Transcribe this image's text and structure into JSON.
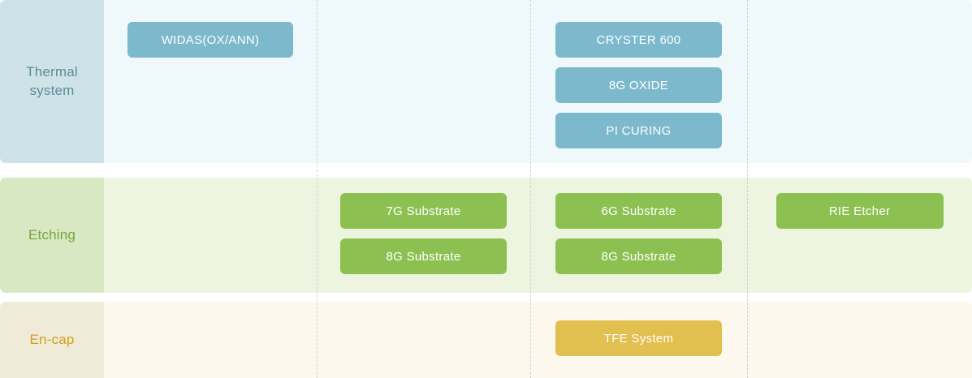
{
  "diagram": {
    "columns": 4,
    "colors": {
      "thermal_label_bg": "#cde3e8",
      "thermal_label_text": "#5f8b97",
      "thermal_row_bg": "#eff8fb",
      "thermal_chip": "#7cb9cc",
      "etching_label_bg": "#d7e8c2",
      "etching_label_text": "#7aa43f",
      "etching_row_bg": "#edf5e0",
      "etching_chip": "#8cc152",
      "encap_label_bg": "#f0ead9",
      "encap_label_text": "#d4a017",
      "encap_row_bg": "#fdf8ee",
      "encap_chip": "#e2c04f",
      "divider": "#c9d4d8",
      "chip_text": "#ffffff"
    },
    "rows": [
      {
        "id": "thermal",
        "label": "Thermal system",
        "label_line1": "Thermal",
        "label_line2": "system",
        "cells": [
          {
            "items": [
              "WIDAS(OX/ANN)"
            ]
          },
          {
            "items": []
          },
          {
            "items": [
              "CRYSTER 600",
              "8G OXIDE",
              "PI CURING"
            ]
          },
          {
            "items": []
          }
        ]
      },
      {
        "id": "etching",
        "label": "Etching",
        "cells": [
          {
            "items": []
          },
          {
            "items": [
              "7G Substrate",
              "8G Substrate"
            ]
          },
          {
            "items": [
              "6G Substrate",
              "8G Substrate"
            ]
          },
          {
            "items": [
              "RIE Etcher"
            ]
          }
        ]
      },
      {
        "id": "encap",
        "label": "En-cap",
        "cells": [
          {
            "items": []
          },
          {
            "items": []
          },
          {
            "items": [
              "TFE System"
            ]
          },
          {
            "items": []
          }
        ]
      }
    ]
  }
}
